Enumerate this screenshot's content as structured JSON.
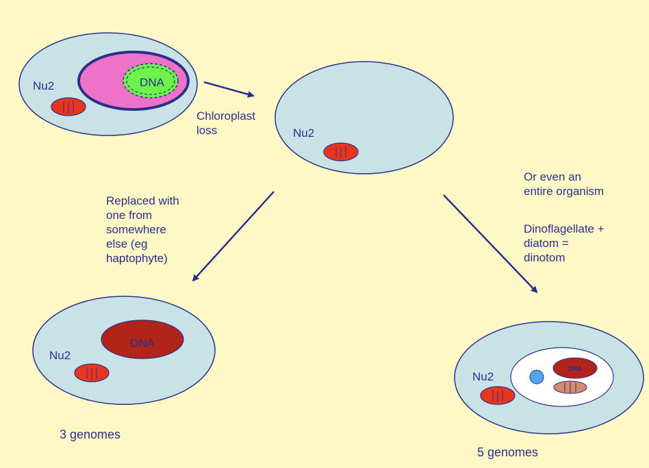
{
  "colors": {
    "background": "#fdf8c6",
    "cell_fill": "#c9e2e6",
    "cell_stroke": "#2b2f8c",
    "text": "#2b2f8c",
    "mitochondrion": "#e8351d",
    "plastid_outer": "#ee72c8",
    "plastid_inner": "#6ef34b",
    "red_plastid": "#b22417",
    "endosymbiont": "#ffffff",
    "small_nucleus": "#4fa6e8",
    "diatom_mito": "#d98a6a",
    "arrow": "#2b2f8c"
  },
  "cells": {
    "top_left": {
      "nucleus_label": "Nu2",
      "dna_label": "DNA"
    },
    "middle": {
      "nucleus_label": "Nu2"
    },
    "bottom_left": {
      "nucleus_label": "Nu2",
      "dna_label": "DNA"
    },
    "bottom_right": {
      "nucleus_label": "Nu2",
      "dna_label": "DNA"
    }
  },
  "annotations": {
    "chloroplast_loss": "Chloroplast\nloss",
    "replaced": "Replaced with\none from\nsomewhere\nelse (eg\nhaptophyte)",
    "entire_organism": "Or even an\nentire organism",
    "dinotom": "Dinoflagellate +\ndiatom =\ndinotom",
    "three_genomes": "3 genomes",
    "five_genomes": "5 genomes"
  }
}
